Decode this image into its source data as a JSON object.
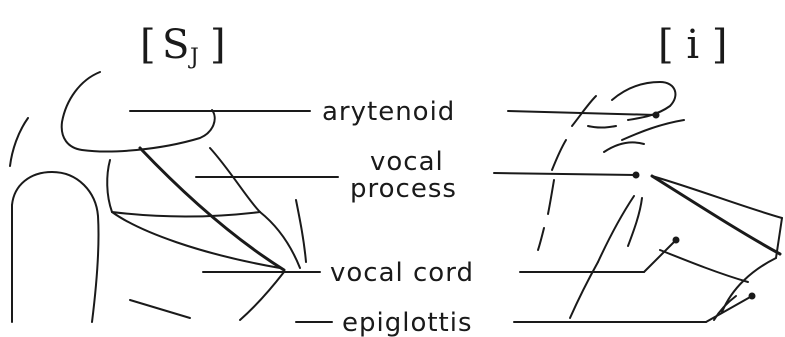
{
  "panels": {
    "left": {
      "open_bracket": "[",
      "symbol": "S",
      "subscript": "J",
      "close_bracket": "]"
    },
    "right": {
      "symbol": "[ i ]"
    }
  },
  "labels": {
    "arytenoid": "arytenoid",
    "vocal_process_line1": "vocal",
    "vocal_process_line2": "process",
    "vocal_cord": "vocal cord",
    "epiglottis": "epiglottis"
  }
}
